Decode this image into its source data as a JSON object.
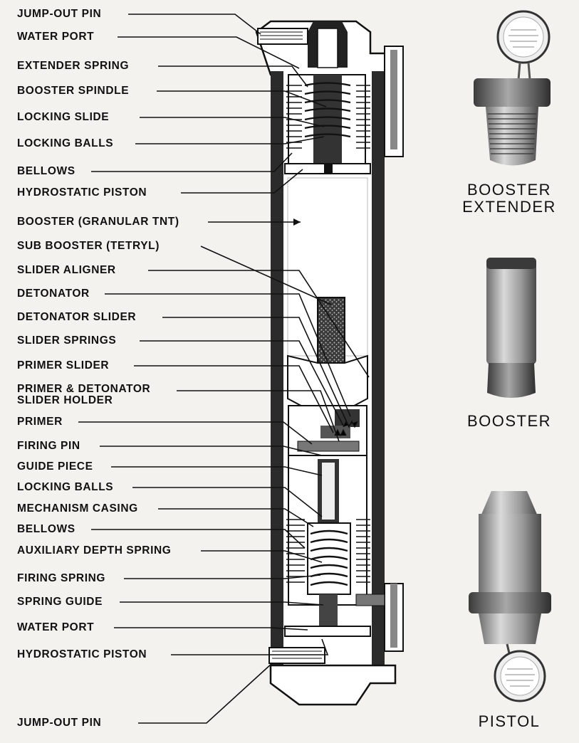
{
  "labels": [
    "JUMP-OUT PIN",
    "WATER PORT",
    "EXTENDER SPRING",
    "BOOSTER SPINDLE",
    "LOCKING SLIDE",
    "LOCKING BALLS",
    "BELLOWS",
    "HYDROSTATIC PISTON",
    "BOOSTER (GRANULAR TNT)",
    "SUB BOOSTER (TETRYL)",
    "SLIDER ALIGNER",
    "DETONATOR",
    "DETONATOR SLIDER",
    "SLIDER SPRINGS",
    "PRIMER SLIDER",
    "PRIMER & DETONATOR",
    "PRIMER",
    "FIRING PIN",
    "GUIDE PIECE",
    "LOCKING BALLS",
    "MECHANISM CASING",
    "BELLOWS",
    "AUXILIARY DEPTH SPRING",
    "FIRING SPRING",
    "SPRING GUIDE",
    "WATER PORT",
    "HYDROSTATIC PISTON",
    "JUMP-OUT PIN"
  ],
  "primer_holder_line2": "SLIDER HOLDER",
  "captions": {
    "booster_extender_line1": "BOOSTER",
    "booster_extender_line2": "EXTENDER",
    "booster": "BOOSTER",
    "pistol": "PISTOL"
  }
}
